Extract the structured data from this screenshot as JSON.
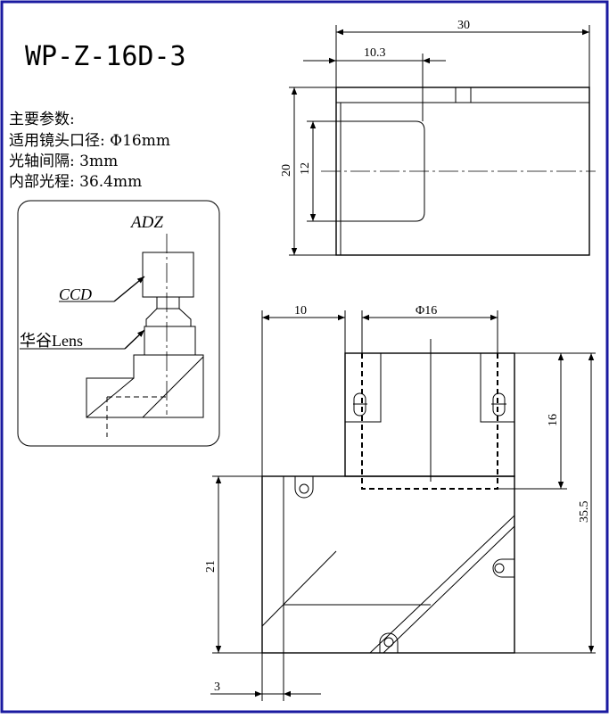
{
  "title": "WP-Z-16D-3",
  "params": {
    "heading": "主要参数:",
    "lines": [
      "适用镜头口径: Φ16mm",
      "光轴间隔: 3mm",
      "内部光程: 36.4mm"
    ]
  },
  "inset": {
    "label_adz": "ADZ",
    "label_ccd": "CCD",
    "label_lens": "华谷Lens"
  },
  "dimensions": {
    "width_30": "30",
    "offset_10_3": "10.3",
    "height_20": "20",
    "height_12": "12",
    "width_10": "10",
    "diameter_16": "Φ16",
    "height_16": "16",
    "height_35_5": "35.5",
    "height_21": "21",
    "offset_3": "3"
  },
  "colors": {
    "line": "#000000",
    "frame": "#1a1aa0",
    "background": "#ffffff"
  }
}
